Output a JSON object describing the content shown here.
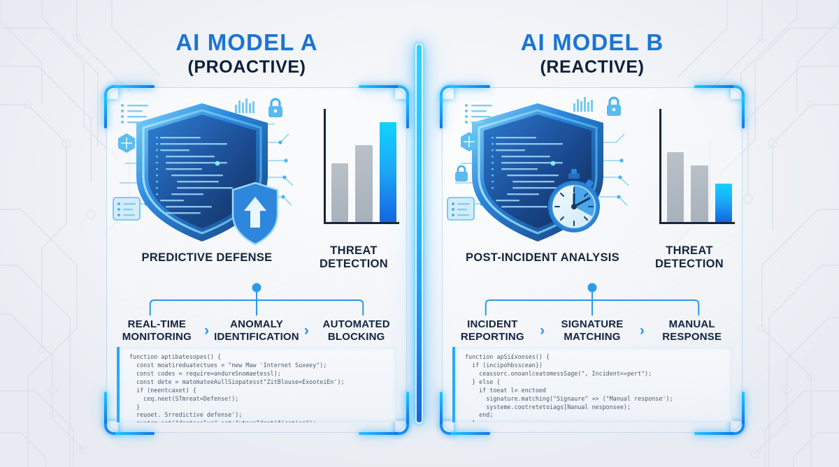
{
  "background": {
    "accent_cyan": "#22c4fb",
    "accent_blue": "#1b74d4",
    "dark_text": "#0e2039",
    "page_bg": "#eef1f5"
  },
  "divider": {
    "name": "vertical-neon-divider"
  },
  "panels": [
    {
      "id": "model-a",
      "title_main": "AI MODEL A",
      "title_sub": "(PROACTIVE)",
      "shield_caption": "PREDICTIVE DEFENSE",
      "chart_caption": "THREAT\nDETECTION",
      "icons": [
        "shield-icon",
        "up-arrow-shield-icon",
        "padlock-icon",
        "hexagon-node-icon",
        "document-lines-icon",
        "bar-chart-glyph-icon"
      ],
      "flow": [
        "REAL-TIME\nMONITORING",
        "ANOMALY\nIDENTIFICATION",
        "AUTOMATED\nBLOCKING"
      ],
      "flow_separator": "›",
      "code": "function aptibatesopes() {\n  const moatireduatectues = \"new Maw 'Internet Suxeey\");\n  const codes = require=andureSnomaetessl);\n  const dete = matomateeAullSiopatesst\"ZitBlouse=ExooteiEn');\n  if (neentcaxet) {\n    ceq.neet(STmreat=Defense!);\n  }\n  reuoet. Srredictive defense');\n  system.nst(\"dentecalve\",set=AutoxxIdentification\");\n}"
    },
    {
      "id": "model-b",
      "title_main": "AI MODEL B",
      "title_sub": "(REACTIVE)",
      "shield_caption": "POST-INCIDENT ANALYSIS",
      "chart_caption": "THREAT\nDETECTION",
      "icons": [
        "shield-icon",
        "stopwatch-icon",
        "padlock-icon",
        "hexagon-node-icon",
        "document-lines-icon",
        "bar-chart-glyph-icon"
      ],
      "flow": [
        "INCIDENT\nREPORTING",
        "SIGNATURE\nMATCHING",
        "MANUAL\nRESPONSE"
      ],
      "flow_separator": "›",
      "code": "function apSi£xooses() {\n  if (incipohbsscean})\n    ceassorc.onoanlceatomessSage(\", Incident=»pert\");\n  } else {\n    if toeat l= enctoed\n      signature.matching(\"Signaure\" »> (\"Manual response');\n      systeme.cootretetoiags[Nanual nesponsee);\n    end;\n  }\n}"
    }
  ],
  "chart_data": [
    {
      "type": "bar",
      "title": "THREAT DETECTION",
      "panel": "AI MODEL A (PROACTIVE)",
      "categories": [
        "bar-1",
        "bar-2",
        "bar-3"
      ],
      "values": [
        52,
        68,
        88
      ],
      "ylim": [
        0,
        100
      ],
      "xlabel": "",
      "ylabel": "",
      "grid": false,
      "legend": "none",
      "colors": [
        "#b0b8c1",
        "#b0b8c1",
        "#16b6fb"
      ],
      "trend": "ascending",
      "highlight_index": 2
    },
    {
      "type": "bar",
      "title": "THREAT DETECTION",
      "panel": "AI MODEL B (REACTIVE)",
      "categories": [
        "bar-1",
        "bar-2",
        "bar-3"
      ],
      "values": [
        62,
        50,
        34
      ],
      "ylim": [
        0,
        100
      ],
      "xlabel": "",
      "ylabel": "",
      "grid": false,
      "legend": "none",
      "colors": [
        "#a9b4bf",
        "#a9b4bf",
        "#16b6fb"
      ],
      "trend": "descending",
      "highlight_index": 2
    }
  ]
}
